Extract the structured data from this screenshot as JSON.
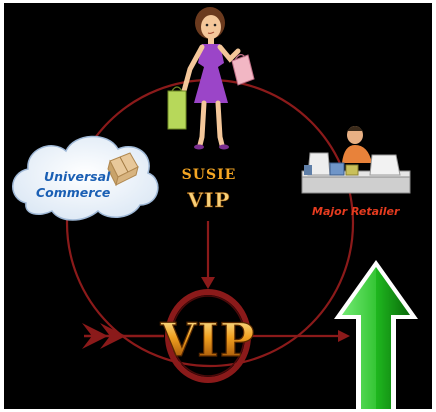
{
  "nodes": {
    "commerce": {
      "line1": "Universal",
      "line2": "Commerce"
    },
    "shopper": {
      "name": "SUSIE",
      "badge": "VIP"
    },
    "retailer": {
      "label": "Major Retailer"
    },
    "center": {
      "badge": "VIP"
    }
  },
  "colors": {
    "background": "#000000",
    "cycle_line": "#8b1a1a",
    "commerce_text": "#1a5fb4",
    "retailer_text": "#e53b1f",
    "susie_text": "#f5a623",
    "growth_arrow": "#2ecc40"
  },
  "icons": [
    "shopping-woman-icon",
    "cloud-icon",
    "package-icon",
    "retailer-clerk-icon",
    "tail-arrow-icon",
    "up-arrow-icon"
  ]
}
